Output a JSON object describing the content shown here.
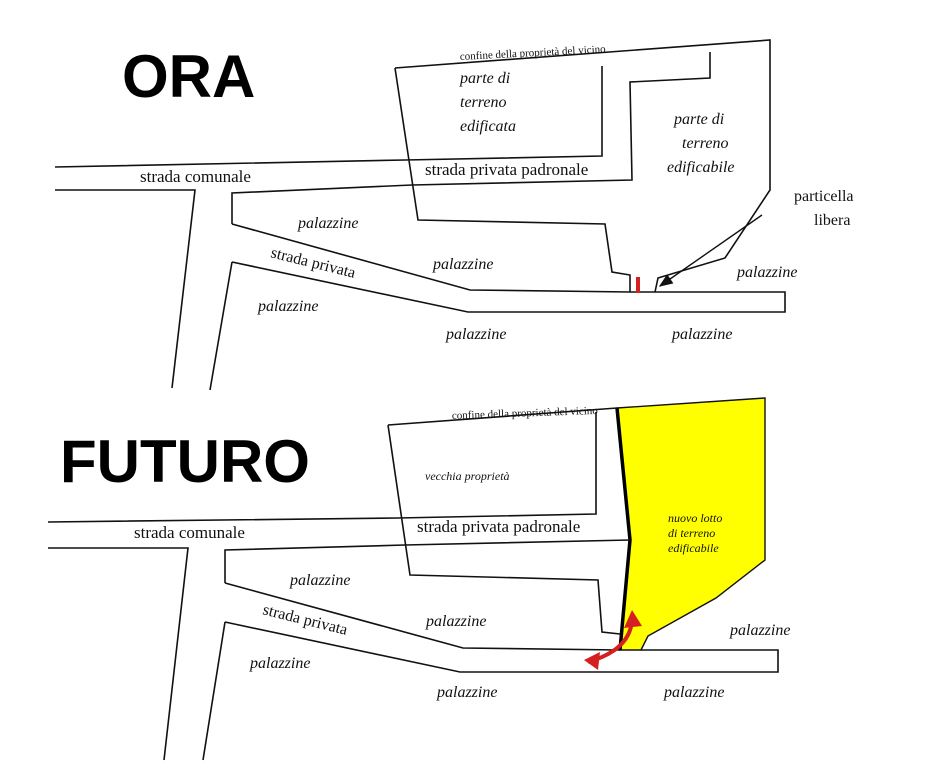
{
  "colors": {
    "ink": "#111111",
    "highlight": "#ffff00",
    "arrow": "#d42020"
  },
  "ora": {
    "heading": "ORA",
    "neighbor_boundary": "confine della proprietà del vicino",
    "built_land": [
      "parte di",
      "terreno",
      "edificata"
    ],
    "buildable_land": [
      "parte di",
      "terreno",
      "edificabile"
    ],
    "free_parcel": [
      "particella",
      "libera"
    ],
    "municipal_road": "strada comunale",
    "private_owner_road": "strada privata padronale",
    "private_road": "strada privata",
    "buildings": [
      "palazzine",
      "palazzine",
      "palazzine",
      "palazzine",
      "palazzine",
      "palazzine"
    ]
  },
  "futuro": {
    "heading": "FUTURO",
    "neighbor_boundary": "confine della proprietà del vicino",
    "old_property": "vecchia proprietà",
    "new_lot": [
      "nuovo lotto",
      "di terreno",
      "edificabile"
    ],
    "municipal_road": "strada comunale",
    "private_owner_road": "strada privata padronale",
    "private_road": "strada privata",
    "buildings": [
      "palazzine",
      "palazzine",
      "palazzine",
      "palazzine",
      "palazzine",
      "palazzine"
    ]
  }
}
